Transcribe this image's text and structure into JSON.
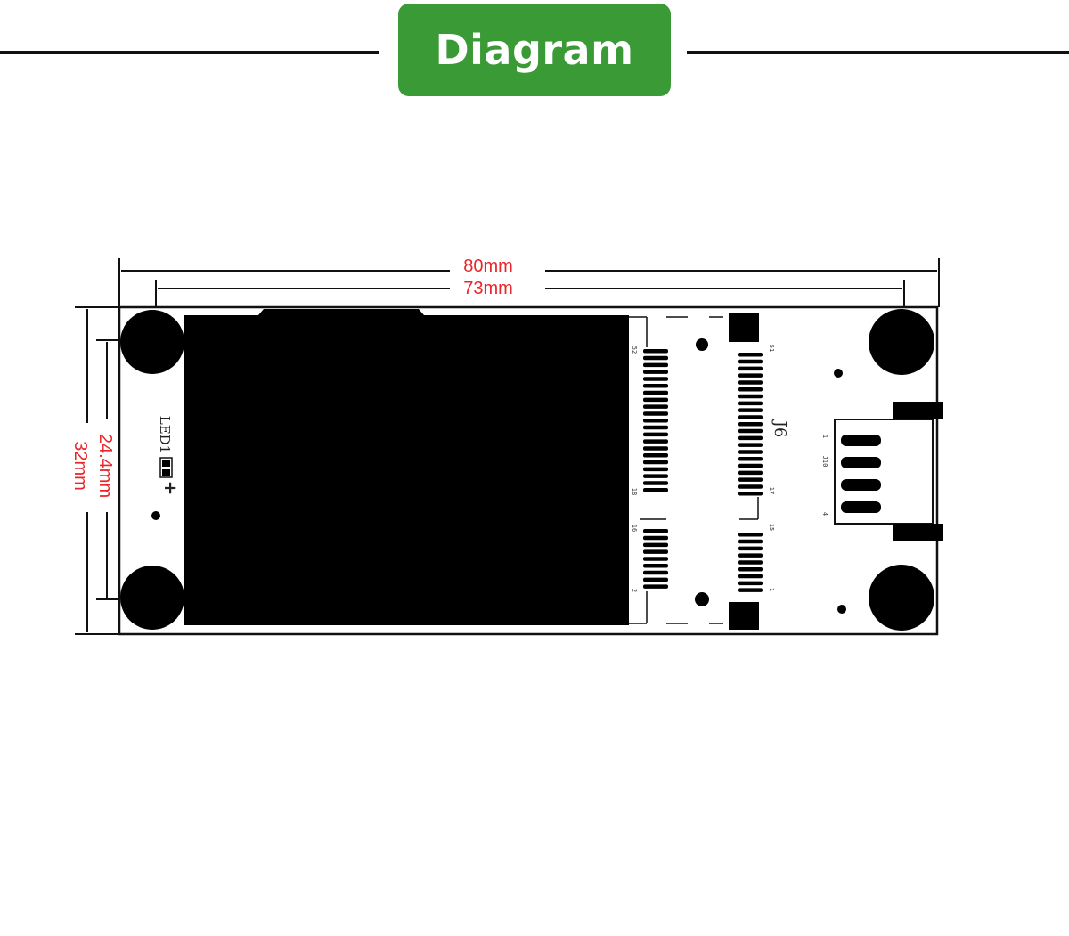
{
  "header": {
    "title": "Diagram"
  },
  "dimensions": {
    "outer_width": "80mm",
    "hole_spacing_width": "73mm",
    "hole_spacing_height": "24.4mm",
    "outer_height": "32mm"
  },
  "silkscreen": {
    "led_label": "LED1",
    "led_polarity": "+",
    "connector_main": "J6",
    "connector_usb": "J10",
    "pin_52": "52",
    "pin_51": "51",
    "pin_18": "18",
    "pin_17": "17",
    "pin_16": "16",
    "pin_15": "15",
    "pin_2": "2",
    "pin_1": "1",
    "usb_pin_1": "1",
    "usb_pin_4": "4"
  },
  "colors": {
    "header_green": "#3a9a35",
    "dimension_red": "#e8262b",
    "outline": "#111111"
  }
}
